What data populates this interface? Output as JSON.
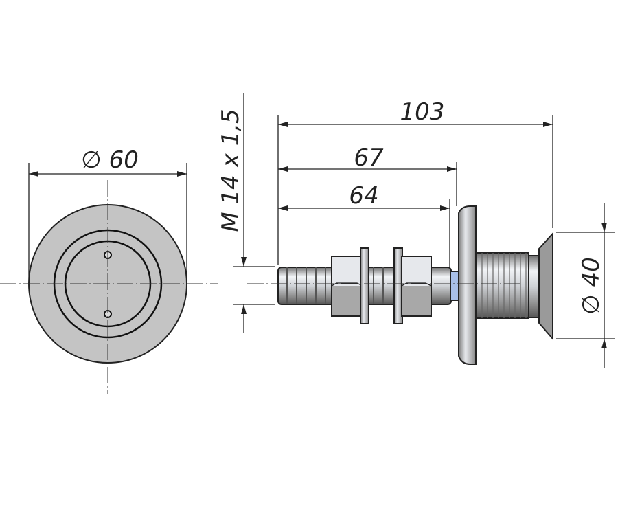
{
  "drawing": {
    "front_view": {
      "diameter_label": "∅ 60"
    },
    "side_view": {
      "overall_length_label": "103",
      "length_67_label": "67",
      "length_64_label": "64",
      "thread_label": "M 14 x 1,5",
      "cone_diameter_label": "∅ 40"
    }
  },
  "colors": {
    "line": "#222222",
    "fill_gray": "#c4c4c4",
    "metal_light": "#e6e8ec",
    "metal_dark": "#8c8c8c",
    "accent_blue": "#a9c0e8"
  }
}
